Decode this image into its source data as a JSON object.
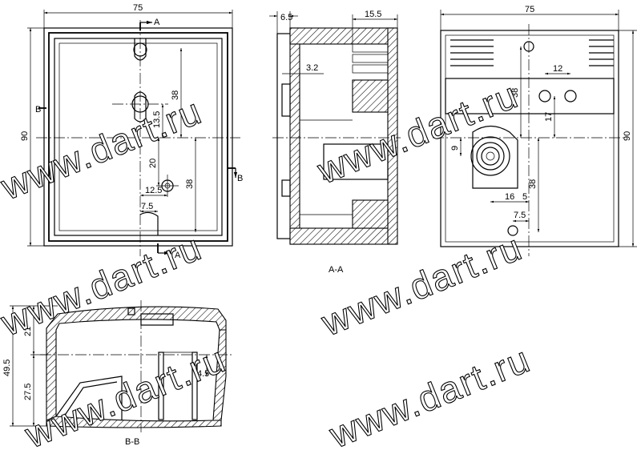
{
  "watermark": "www.dart.ru",
  "views": {
    "front": {
      "dims": {
        "width": "75",
        "height": "90",
        "d38": "38",
        "d13_5": "13.5",
        "d20": "20",
        "d38b": "38",
        "d12_5": "12.5",
        "d7_5": "7.5"
      },
      "section_a_top": "A",
      "section_a_bottom": "A",
      "section_b_left": "B",
      "section_b_right": "B"
    },
    "side": {
      "dims": {
        "d6_5": "6.5",
        "d15_5": "15.5",
        "d3_2": "3.2"
      },
      "caption": "A-A"
    },
    "back": {
      "dims": {
        "width": "75",
        "height": "90",
        "d12": "12",
        "d38": "38",
        "d17": "17",
        "d9": "9",
        "d16": "16",
        "d5": "5",
        "d38b": "38",
        "d7_5": "7.5"
      }
    },
    "section_bb": {
      "dims": {
        "d49_5": "49.5",
        "d21": "21",
        "d27_5": "27.5",
        "d4_5": "4.5"
      },
      "caption": "B-B"
    }
  }
}
